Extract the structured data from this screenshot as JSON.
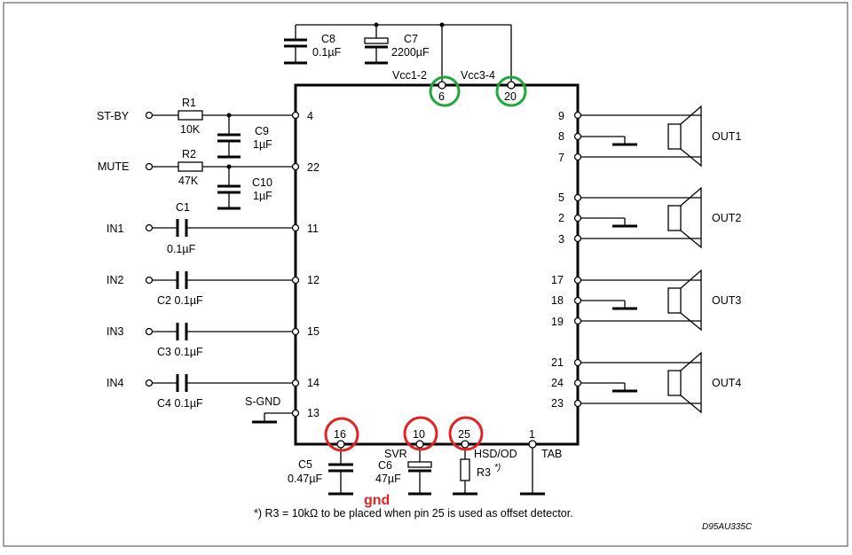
{
  "labels": {
    "c8_name": "C8",
    "c8_value": "0.1µF",
    "c7_name": "C7",
    "c7_value": "2200µF",
    "vcc12": "Vcc1-2",
    "vcc34": "Vcc3-4",
    "pin6": "6",
    "pin20": "20",
    "st_by": "ST-BY",
    "r1_name": "R1",
    "r1_value": "10K",
    "c9_name": "C9",
    "c9_value": "1µF",
    "pin4": "4",
    "mute": "MUTE",
    "r2_name": "R2",
    "r2_value": "47K",
    "c10_name": "C10",
    "c10_value": "1µF",
    "pin22": "22",
    "in1": "IN1",
    "c1_name": "C1",
    "c1_value": "0.1µF",
    "pin11": "11",
    "in2": "IN2",
    "c2_label": "C2 0.1µF",
    "pin12": "12",
    "in3": "IN3",
    "c3_label": "C3 0.1µF",
    "pin15": "15",
    "in4": "IN4",
    "c4_label": "C4 0.1µF",
    "pin14": "14",
    "s_gnd": "S-GND",
    "pin13": "13",
    "pin16": "16",
    "pin10": "10",
    "pin25": "25",
    "pin1": "1",
    "svr": "SVR",
    "hsd_od": "HSD/OD",
    "tab": "TAB",
    "c5_name": "C5",
    "c5_value": "0.47µF",
    "c6_name": "C6",
    "c6_value": "47µF",
    "r3_name": "R3",
    "r3_mark": "*)",
    "gnd": "gnd",
    "pin9": "9",
    "pin8": "8",
    "pin7": "7",
    "out1": "OUT1",
    "pin5": "5",
    "pin2": "2",
    "pin3": "3",
    "out2": "OUT2",
    "pin17": "17",
    "pin18": "18",
    "pin19": "19",
    "out3": "OUT3",
    "pin21": "21",
    "pin24": "24",
    "pin23": "23",
    "out4": "OUT4",
    "footnote": "*) R3 = 10kΩ to be placed when pin 25 is used as offset detector.",
    "code": "D95AU335C"
  },
  "highlight_colors": {
    "green": "#1fa83a",
    "red": "#e32222"
  }
}
